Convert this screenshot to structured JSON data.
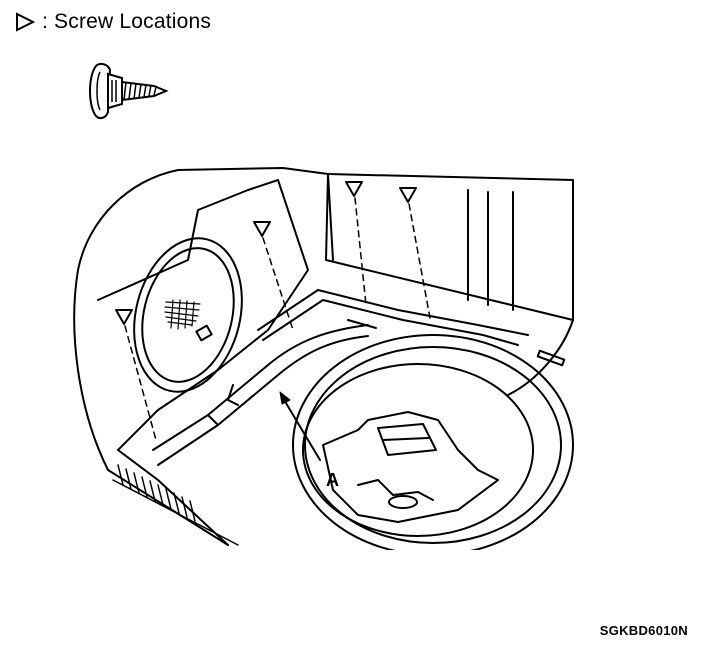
{
  "legend": {
    "symbol": "triangle-marker-icon",
    "separator": ":",
    "label": "Screw Locations"
  },
  "callout": {
    "label": "A"
  },
  "figure_code": "SGKBD6010N",
  "colors": {
    "ink": "#000000",
    "paper": "#ffffff"
  }
}
